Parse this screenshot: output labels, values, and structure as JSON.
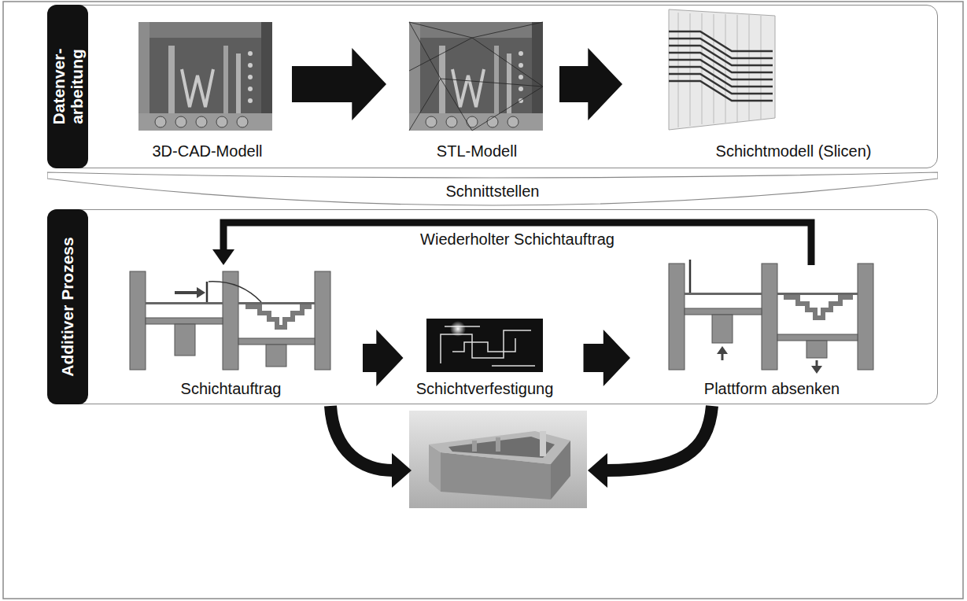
{
  "diagram": {
    "nodes": [
      {
        "text": [
          "Datenver- arbeitung"
        ]
      },
      {
        "text": [
          "3D-CAD-Modell"
        ],
        "in": 0
      },
      {
        "text": [
          "STL-Modell"
        ],
        "in": 0
      },
      {
        "text": [
          "Schichtmodell (Slicen)"
        ],
        "in": 0
      },
      {
        "text": [
          "Schnittstellen"
        ]
      },
      {
        "text": [
          "Additiver Prozess"
        ]
      },
      {
        "text": [
          "Schichtauftrag"
        ],
        "in": 5
      },
      {
        "text": [
          "Schichtverfestigung"
        ],
        "in": 5
      },
      {
        "text": [
          "Plattform absenken"
        ],
        "in": 5
      }
    ],
    "edges": [
      {
        "from": 1,
        "to": 2,
        "arrow": "to"
      },
      {
        "from": 2,
        "to": 3,
        "arrow": "to"
      },
      {
        "from": 6,
        "to": 7,
        "arrow": "to"
      },
      {
        "from": 7,
        "to": 8,
        "arrow": "to"
      },
      {
        "from": 8,
        "to": 6,
        "label": "Wiederholter Schichtauftrag",
        "arrow": "to"
      }
    ]
  }
}
